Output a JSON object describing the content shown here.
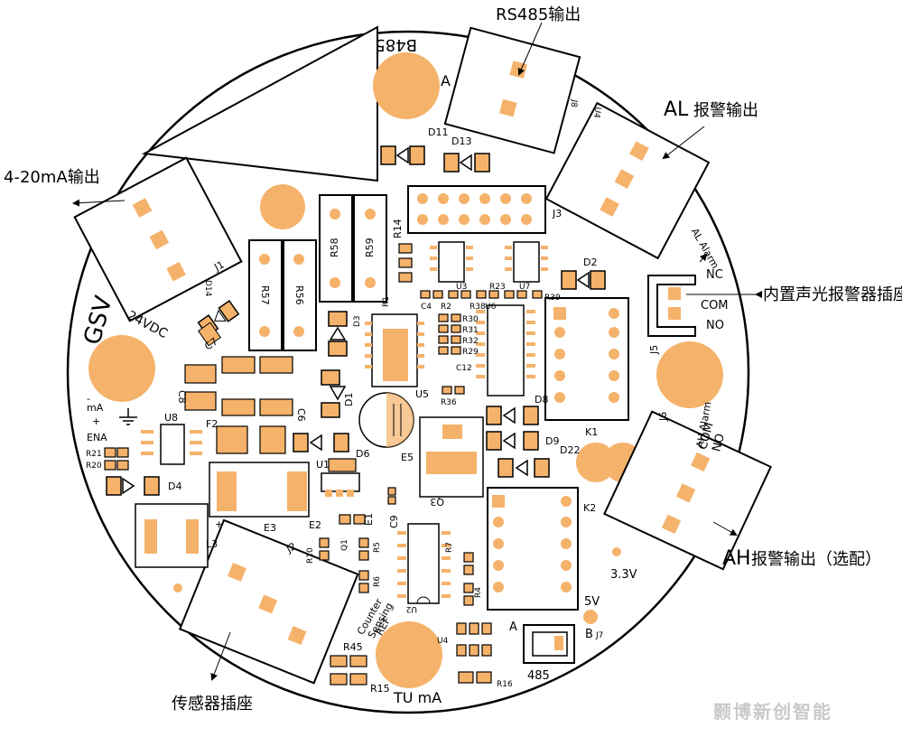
{
  "annotations": {
    "rs485_out": "RS485输出",
    "al_out_prefix": "AL",
    "al_out_text": "报警输出",
    "ma_out": "4-20mA输出",
    "buzzer_socket": "内置声光报警器插座",
    "ah_out_prefix": "AH",
    "ah_out_text": "报警输出（选配）",
    "sensor_socket": "传感器插座"
  },
  "board_text": {
    "gsv": "GSV",
    "vdc": "24VDC",
    "b485": "B485",
    "a": "A",
    "nc": "NC",
    "com": "COM",
    "no": "NO",
    "al_alarm": "AL Alarm",
    "ah_alarm": "AH Alarm",
    "com2": "COM",
    "no2": "NO",
    "v33": "3.3V",
    "v5": "5V",
    "b": "B",
    "a2": "A",
    "rs485": "485",
    "tu_ma": "TU mA",
    "counter": "Counter",
    "sensing": "Sensing",
    "ref": "REF",
    "ma": "mA",
    "ena": "ENA",
    "minus": "-",
    "plus": "+",
    "plus2": "+"
  },
  "refs": {
    "d11": "D11",
    "d13": "D13",
    "j3": "J3",
    "r14": "R14",
    "d2": "D2",
    "r58": "R58",
    "r59": "R59",
    "r57": "R57",
    "r56": "R56",
    "d14": "D14",
    "c7": "C7",
    "d3": "D3",
    "r1": "R1",
    "c4": "C4",
    "r2": "R2",
    "u3": "U3",
    "r38": "R38",
    "u6": "U6",
    "r23": "R23",
    "u7": "U7",
    "r39": "R39",
    "r30": "R30",
    "r31": "R31",
    "r32": "R32",
    "r29": "R29",
    "c12": "C12",
    "r36": "R36",
    "u5": "U5",
    "d1": "D1",
    "d8": "D8",
    "k1": "K1",
    "j5": "J5",
    "j6": "J6",
    "d9": "D9",
    "d22": "D22",
    "e5": "E5",
    "d6": "D6",
    "u1": "U1",
    "c6": "C6",
    "f2": "F2",
    "u8": "U8",
    "r21": "R21",
    "r20": "R20",
    "d4": "D4",
    "e3": "E3",
    "l3": "L3",
    "e2": "E2",
    "e1": "E1",
    "c9": "C9",
    "q3": "Q3",
    "k2": "K2",
    "j2": "J2",
    "r10": "R10",
    "q1": "Q1",
    "r5": "R5",
    "r6": "R6",
    "r7": "R7",
    "r4": "R4",
    "u2": "U2",
    "u4": "U4",
    "j7": "J7",
    "r16": "R16",
    "r45": "R45",
    "r15": "R15",
    "j1": "J1",
    "j8": "J8",
    "u4b": "U4",
    "c8": "C8"
  },
  "watermark": "颢博新创智能",
  "colors": {
    "pad": "#f5b26b",
    "ink": "#000000",
    "bg": "#ffffff"
  }
}
